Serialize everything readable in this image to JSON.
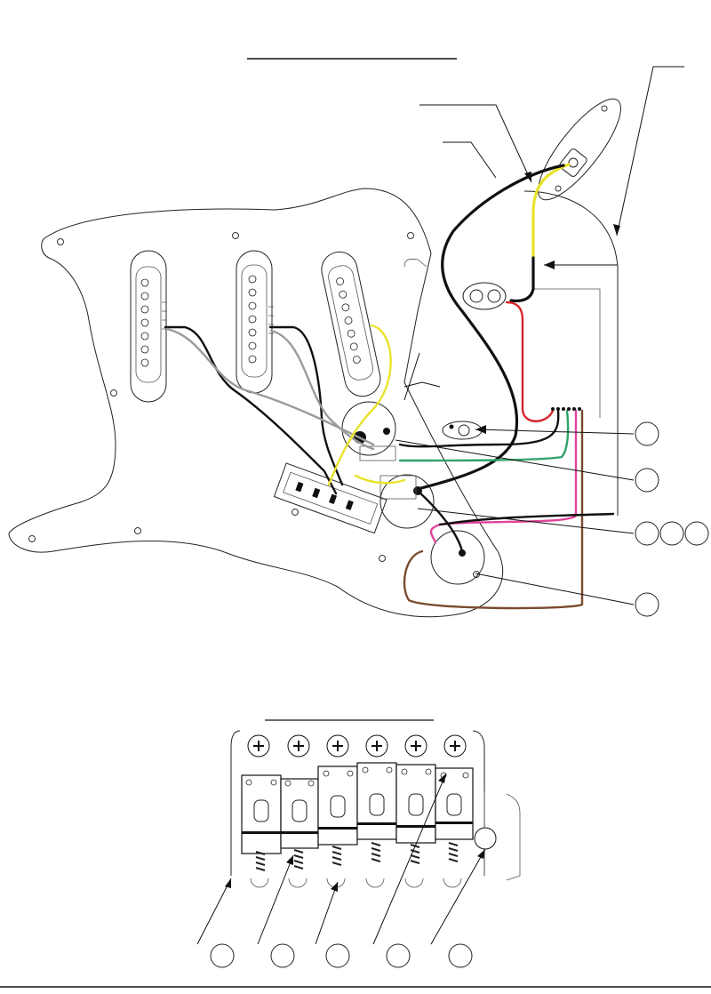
{
  "diagram": {
    "type": "wiring-diagram",
    "wire_colors": {
      "black": "#111111",
      "yellow": "#e9e22b",
      "red": "#d8262c",
      "green": "#2fa36b",
      "pink": "#e0449a",
      "brown": "#7a4a2e",
      "white": "#9a9a9a"
    },
    "main_callouts": 6,
    "bridge_saddles": 6,
    "bridge_callouts": 5
  }
}
